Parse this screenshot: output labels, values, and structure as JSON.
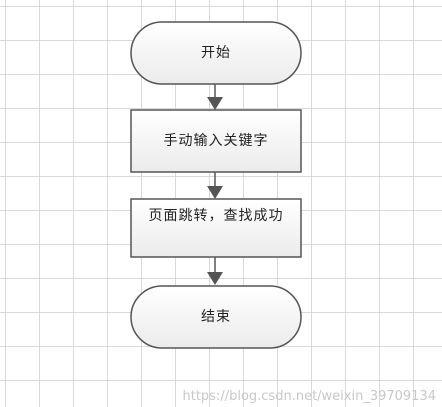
{
  "flowchart": {
    "start": "开始",
    "step_input": "手动输入关键字",
    "step_jump": "页面跳转，查找成功",
    "end": "结束"
  },
  "watermark": "https://blog.csdn.net/weixin_39709134",
  "colors": {
    "grid_line": "#d9d9d9",
    "shape_stroke": "#555555",
    "shape_fill": "#f2f2f2",
    "arrow": "#555555"
  }
}
